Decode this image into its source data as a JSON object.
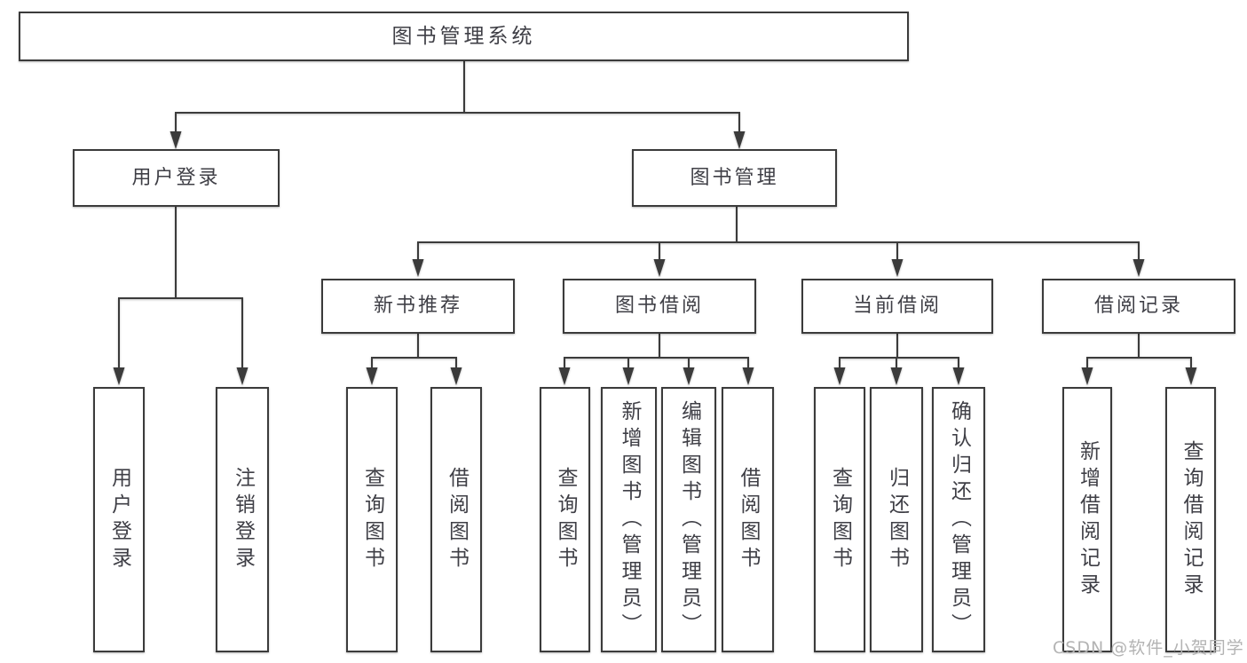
{
  "colors": {
    "line": "#3b3b3b",
    "text": "#3f3f46",
    "background": "#ffffff",
    "watermark": "#b3b3b3"
  },
  "watermark": {
    "text": "CSDN @软件_小贺同学"
  },
  "tree": {
    "root": {
      "label": "图书管理系统"
    },
    "branches": [
      {
        "label": "用户登录",
        "children": [
          {
            "label": "用户登录"
          },
          {
            "label": "注销登录"
          }
        ]
      },
      {
        "label": "图书管理",
        "children": [
          {
            "label": "新书推荐",
            "children": [
              {
                "label": "查询图书"
              },
              {
                "label": "借阅图书"
              }
            ]
          },
          {
            "label": "图书借阅",
            "children": [
              {
                "label": "查询图书"
              },
              {
                "label": "新增图书（管理员）"
              },
              {
                "label": "编辑图书（管理员）"
              },
              {
                "label": "借阅图书"
              }
            ]
          },
          {
            "label": "当前借阅",
            "children": [
              {
                "label": "查询图书"
              },
              {
                "label": "归还图书"
              },
              {
                "label": "确认归还（管理员）"
              }
            ]
          },
          {
            "label": "借阅记录",
            "children": [
              {
                "label": "新增借阅记录"
              },
              {
                "label": "查询借阅记录"
              }
            ]
          }
        ]
      }
    ]
  }
}
